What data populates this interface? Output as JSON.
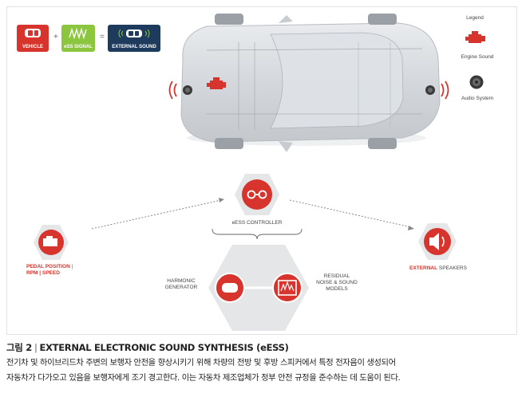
{
  "equation": {
    "vehicle_label": "VEHICLE",
    "plus": "+",
    "ess_signal_label": "eSS SIGNAL",
    "equals": "=",
    "external_sound_label": "EXTERNAL SOUND"
  },
  "legend": {
    "title": "Legend",
    "items": [
      {
        "label": "Engine Sound",
        "icon": "engine-icon"
      },
      {
        "label": "Audio System",
        "icon": "speaker-icon"
      }
    ]
  },
  "controller": {
    "label": "eESS CONTROLLER"
  },
  "pedal": {
    "line1": "PEDAL POSITION",
    "line2": "RPM | SPEED"
  },
  "speakers": {
    "highlight": "EXTERNAL",
    "rest": "SPEAKERS"
  },
  "harmonic": {
    "line1": "HARMONIC",
    "line2": "GENERATOR"
  },
  "residual": {
    "line1": "RESIDUAL",
    "line2": "NOISE & SOUND",
    "line3": "MODELS"
  },
  "caption": {
    "figure": "그림 2",
    "sep": "|",
    "title": "EXTERNAL ELECTRONIC SOUND SYNTHESIS (eESS)",
    "body_line1": "전기차 및 하이브리드차 주변의 보행자 안전을 향상시키기 위해 차량의 전방 및 후방 스피커에서 특정 전자음이 생성되어",
    "body_line2": "자동차가 다가오고 있음을 보행자에게 조기 경고한다. 이는 자동차 제조업체가 정부 안전 규정을 준수하는 데 도움이 된다."
  },
  "colors": {
    "red": "#d6342c",
    "green": "#8cc63f",
    "navy": "#1e3a5c",
    "grey": "#c8ccd0"
  }
}
